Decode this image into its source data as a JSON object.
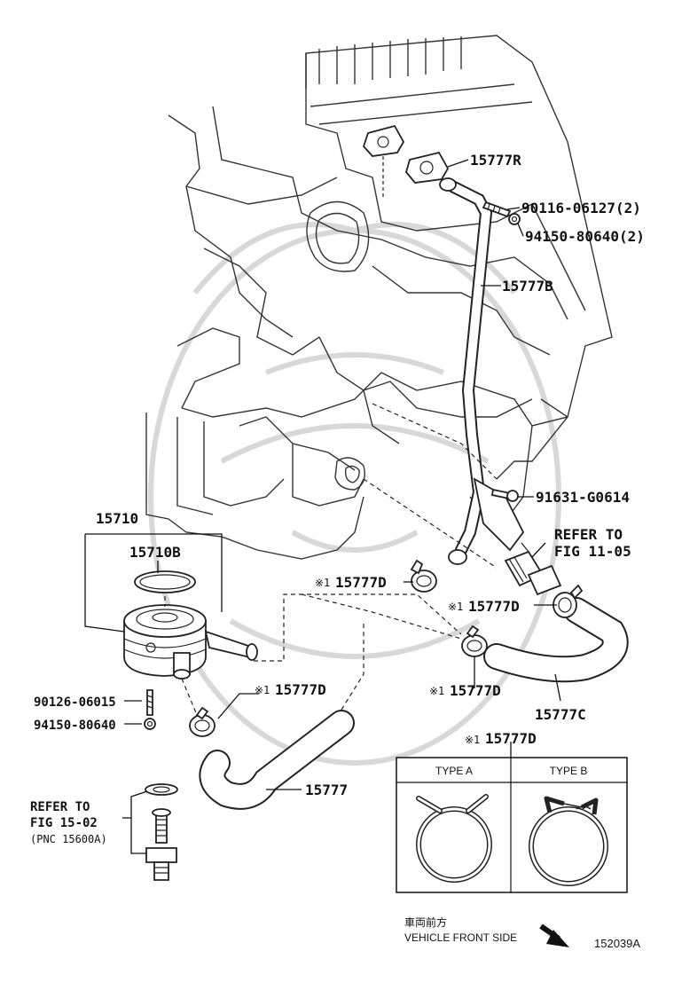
{
  "labels": {
    "p15777R": "15777R",
    "p90116": "90116-06127(2)",
    "p94150a": "94150-80640(2)",
    "p15777B": "15777B",
    "p91631": "91631-G0614",
    "refer_fig_11_line1": "REFER TO",
    "refer_fig_11_line2": "FIG 11-05",
    "p15710": "15710",
    "p15710B": "15710B",
    "p15777D_a": "15777D",
    "p15777D_b": "15777D",
    "p15777D_c": "15777D",
    "p15777D_d": "15777D",
    "p15777D_legend": "15777D",
    "mark": "※1",
    "p90126": "90126-06015",
    "p94150b": "94150-80640",
    "p15777": "15777",
    "p15777C": "15777C",
    "refer_fig_15_line1": "REFER TO",
    "refer_fig_15_line2": "FIG 15-02",
    "refer_fig_15_line3": "(PNC 15600A)"
  },
  "legend": {
    "type_a": "TYPE A",
    "type_b": "TYPE B"
  },
  "footer": {
    "front_jp": "車両前方",
    "front_en": "VEHICLE FRONT SIDE",
    "illustration_no": "152039A"
  }
}
